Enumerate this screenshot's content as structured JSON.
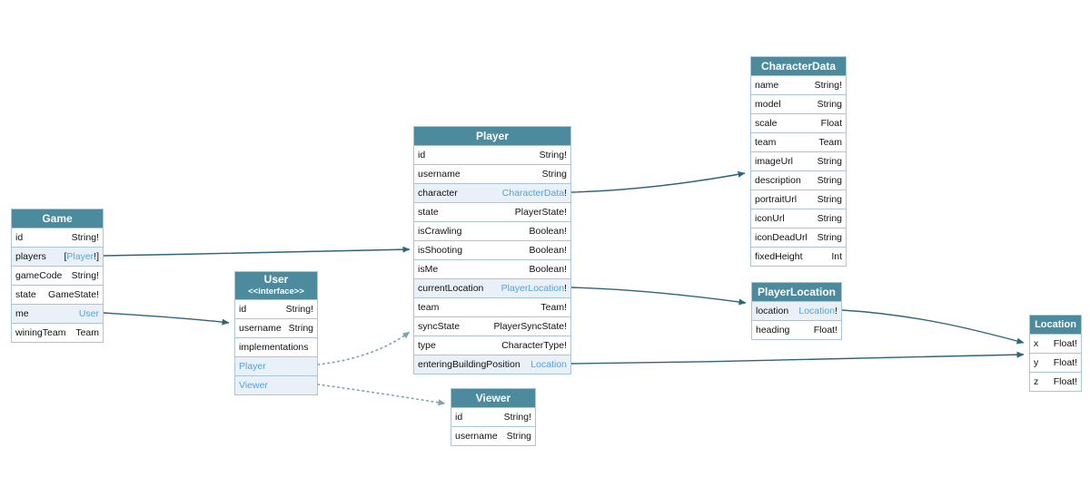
{
  "colors": {
    "header_bg": "#4c8b9d",
    "header_text": "#ffffff",
    "link": "#55a3dc",
    "arrow": "#2f6579",
    "arrow_dotted": "#78a2b0",
    "row_highlight": "#e9f0f7",
    "row_bg": "#ffffff",
    "border": "#aac6d6",
    "text": "#111111"
  },
  "diagram": {
    "tables": [
      {
        "key": "game",
        "title": "Game",
        "fields": [
          {
            "name": "id",
            "type": "String!"
          },
          {
            "name": "players",
            "pre": "[",
            "link": "Player",
            "post": "!]"
          },
          {
            "name": "gameCode",
            "type": "String!"
          },
          {
            "name": "state",
            "type": "GameState!"
          },
          {
            "name": "me",
            "link": "User"
          },
          {
            "name": "winingTeam",
            "type": "Team"
          }
        ]
      },
      {
        "key": "user",
        "title": "User",
        "subtitle": "<<interface>>",
        "fields": [
          {
            "name": "id",
            "type": "String!"
          },
          {
            "name": "username",
            "type": "String"
          },
          {
            "name": "implementations",
            "label_only": true
          },
          {
            "name": "Player",
            "name_link": true
          },
          {
            "name": "Viewer",
            "name_link": true
          }
        ]
      },
      {
        "key": "player",
        "title": "Player",
        "fields": [
          {
            "name": "id",
            "type": "String!"
          },
          {
            "name": "username",
            "type": "String"
          },
          {
            "name": "character",
            "link": "CharacterData",
            "post": "!"
          },
          {
            "name": "state",
            "type": "PlayerState!"
          },
          {
            "name": "isCrawling",
            "type": "Boolean!"
          },
          {
            "name": "isShooting",
            "type": "Boolean!"
          },
          {
            "name": "isMe",
            "type": "Boolean!"
          },
          {
            "name": "currentLocation",
            "link": "PlayerLocation",
            "post": "!"
          },
          {
            "name": "team",
            "type": "Team!"
          },
          {
            "name": "syncState",
            "type": "PlayerSyncState!"
          },
          {
            "name": "type",
            "type": "CharacterType!"
          },
          {
            "name": "enteringBuildingPosition",
            "link": "Location"
          }
        ]
      },
      {
        "key": "viewer",
        "title": "Viewer",
        "fields": [
          {
            "name": "id",
            "type": "String!"
          },
          {
            "name": "username",
            "type": "String"
          }
        ]
      },
      {
        "key": "characterdata",
        "title": "CharacterData",
        "fields": [
          {
            "name": "name",
            "type": "String!"
          },
          {
            "name": "model",
            "type": "String"
          },
          {
            "name": "scale",
            "type": "Float"
          },
          {
            "name": "team",
            "type": "Team"
          },
          {
            "name": "imageUrl",
            "type": "String"
          },
          {
            "name": "description",
            "type": "String"
          },
          {
            "name": "portraitUrl",
            "type": "String"
          },
          {
            "name": "iconUrl",
            "type": "String"
          },
          {
            "name": "iconDeadUrl",
            "type": "String"
          },
          {
            "name": "fixedHeight",
            "type": "Int"
          }
        ]
      },
      {
        "key": "playerlocation",
        "title": "PlayerLocation",
        "fields": [
          {
            "name": "location",
            "link": "Location",
            "post": "!"
          },
          {
            "name": "heading",
            "type": "Float!"
          }
        ]
      },
      {
        "key": "location",
        "title": "Location",
        "fields": [
          {
            "name": "x",
            "type": "Float!"
          },
          {
            "name": "y",
            "type": "Float!"
          },
          {
            "name": "z",
            "type": "Float!"
          }
        ]
      }
    ],
    "edges": [
      {
        "from": "Game.players",
        "to": "Player",
        "style": "solid"
      },
      {
        "from": "Game.me",
        "to": "User",
        "style": "solid"
      },
      {
        "from": "Player.character",
        "to": "CharacterData",
        "style": "solid"
      },
      {
        "from": "Player.currentLocation",
        "to": "PlayerLocation",
        "style": "solid"
      },
      {
        "from": "Player.enteringBuildingPosition",
        "to": "Location",
        "style": "solid"
      },
      {
        "from": "PlayerLocation.location",
        "to": "Location",
        "style": "solid"
      },
      {
        "from": "User",
        "to": "Player",
        "style": "dotted",
        "kind": "implementation"
      },
      {
        "from": "User",
        "to": "Viewer",
        "style": "dotted",
        "kind": "implementation"
      }
    ]
  }
}
